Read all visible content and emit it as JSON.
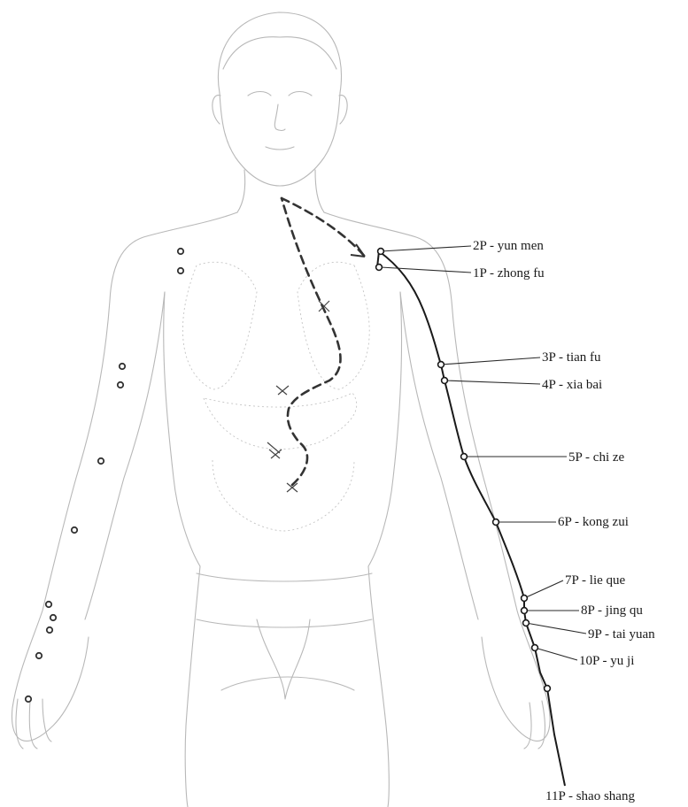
{
  "colors": {
    "outline": "#b8b8b8",
    "meridian": "#1a1a1a",
    "internal_path": "#333333",
    "background": "#ffffff"
  },
  "points": [
    {
      "code": "2P - yun men"
    },
    {
      "code": "1P - zhong fu"
    },
    {
      "code": "3P - tian fu"
    },
    {
      "code": "4P - xia bai"
    },
    {
      "code": "5P - chi ze"
    },
    {
      "code": "6P - kong zui"
    },
    {
      "code": "7P - lie que"
    },
    {
      "code": "8P - jing qu"
    },
    {
      "code": "9P - tai yuan"
    },
    {
      "code": "10P - yu ji"
    },
    {
      "code": "11P - shao shang"
    }
  ]
}
